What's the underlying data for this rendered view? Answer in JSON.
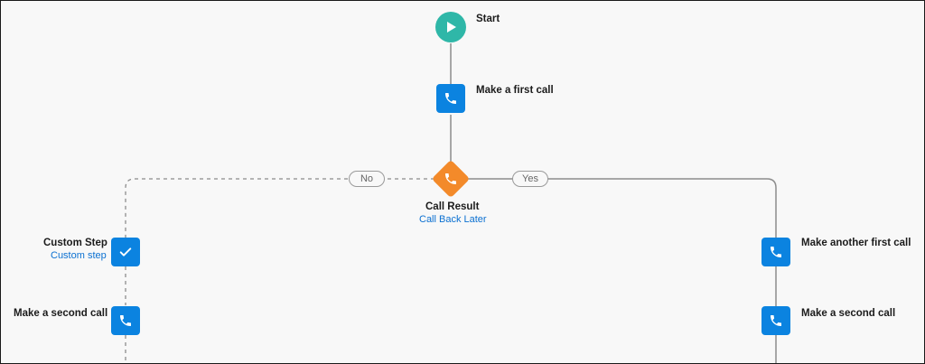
{
  "flow": {
    "start": {
      "label": "Start",
      "icon": "play-icon"
    },
    "first_call": {
      "label": "Make a first call",
      "icon": "phone-icon"
    },
    "decision": {
      "label": "Call Result",
      "sublabel": "Call Back Later",
      "icon": "phone-icon"
    },
    "branch_no": {
      "label": "No"
    },
    "branch_yes": {
      "label": "Yes"
    },
    "custom_step": {
      "label": "Custom Step",
      "sublabel": "Custom step",
      "icon": "check-icon"
    },
    "left_second_call": {
      "label": "Make a second call",
      "icon": "phone-icon"
    },
    "right_first_call": {
      "label": "Make another first call",
      "icon": "phone-icon"
    },
    "right_second_call": {
      "label": "Make a second call",
      "icon": "phone-icon"
    }
  },
  "colors": {
    "start": "#2fb7a8",
    "call_step": "#0b83e0",
    "decision": "#f38a2a",
    "link": "#0b70d1",
    "connector": "#8c8c8c"
  }
}
